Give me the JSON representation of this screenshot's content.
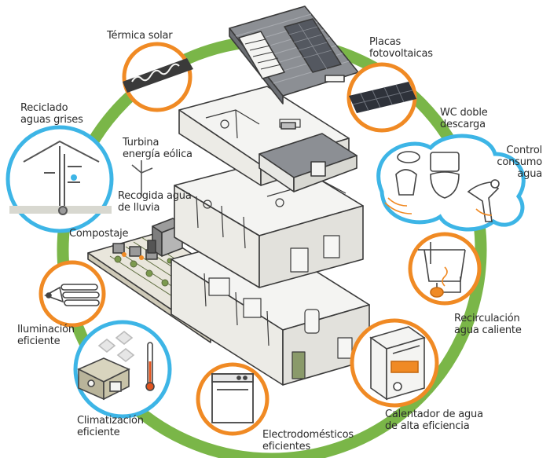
{
  "colors": {
    "ring": "#7ab648",
    "orange": "#f08a24",
    "blue": "#3db5e6",
    "roof": "#8c8f94",
    "outline": "#3a3a3a",
    "wall": "#f4f4f2"
  },
  "features": {
    "termica_solar": {
      "label": "Térmica solar",
      "icon": "solar-thermal-collector"
    },
    "placas": {
      "line1": "Placas",
      "line2": "fotovoltaicas",
      "icon": "photovoltaic-panel"
    },
    "wc": {
      "line1": "WC doble",
      "line2": "descarga",
      "icon": "dual-flush-toilet"
    },
    "control": {
      "line1": "Control",
      "line2": "consumo",
      "line3": "agua",
      "icon": "water-tap"
    },
    "reciclado": {
      "line1": "Reciclado",
      "line2": "aguas grises",
      "icon": "greywater-recycling"
    },
    "turbina": {
      "line1": "Turbina",
      "line2": "energía eólica",
      "icon": "wind-turbine"
    },
    "recogida": {
      "line1": "Recogida agua",
      "line2": "de lluvia",
      "icon": "rain-tank"
    },
    "compostaje": {
      "label": "Compostaje",
      "icon": "compost-bin"
    },
    "iluminacion": {
      "line1": "Iluminación",
      "line2": "eficiente",
      "icon": "cfl-bulb"
    },
    "recirculacion": {
      "line1": "Recirculación",
      "line2": "agua caliente",
      "icon": "hot-water-recirculation"
    },
    "climatizacion": {
      "line1": "Climatización",
      "line2": "eficiente",
      "icon": "hvac-unit"
    },
    "electro": {
      "line1": "Electrodomésticos",
      "line2": "eficientes",
      "icon": "dishwasher"
    },
    "calentador": {
      "line1": "Calentador de agua",
      "line2": "de alta eficiencia",
      "icon": "water-heater"
    }
  }
}
